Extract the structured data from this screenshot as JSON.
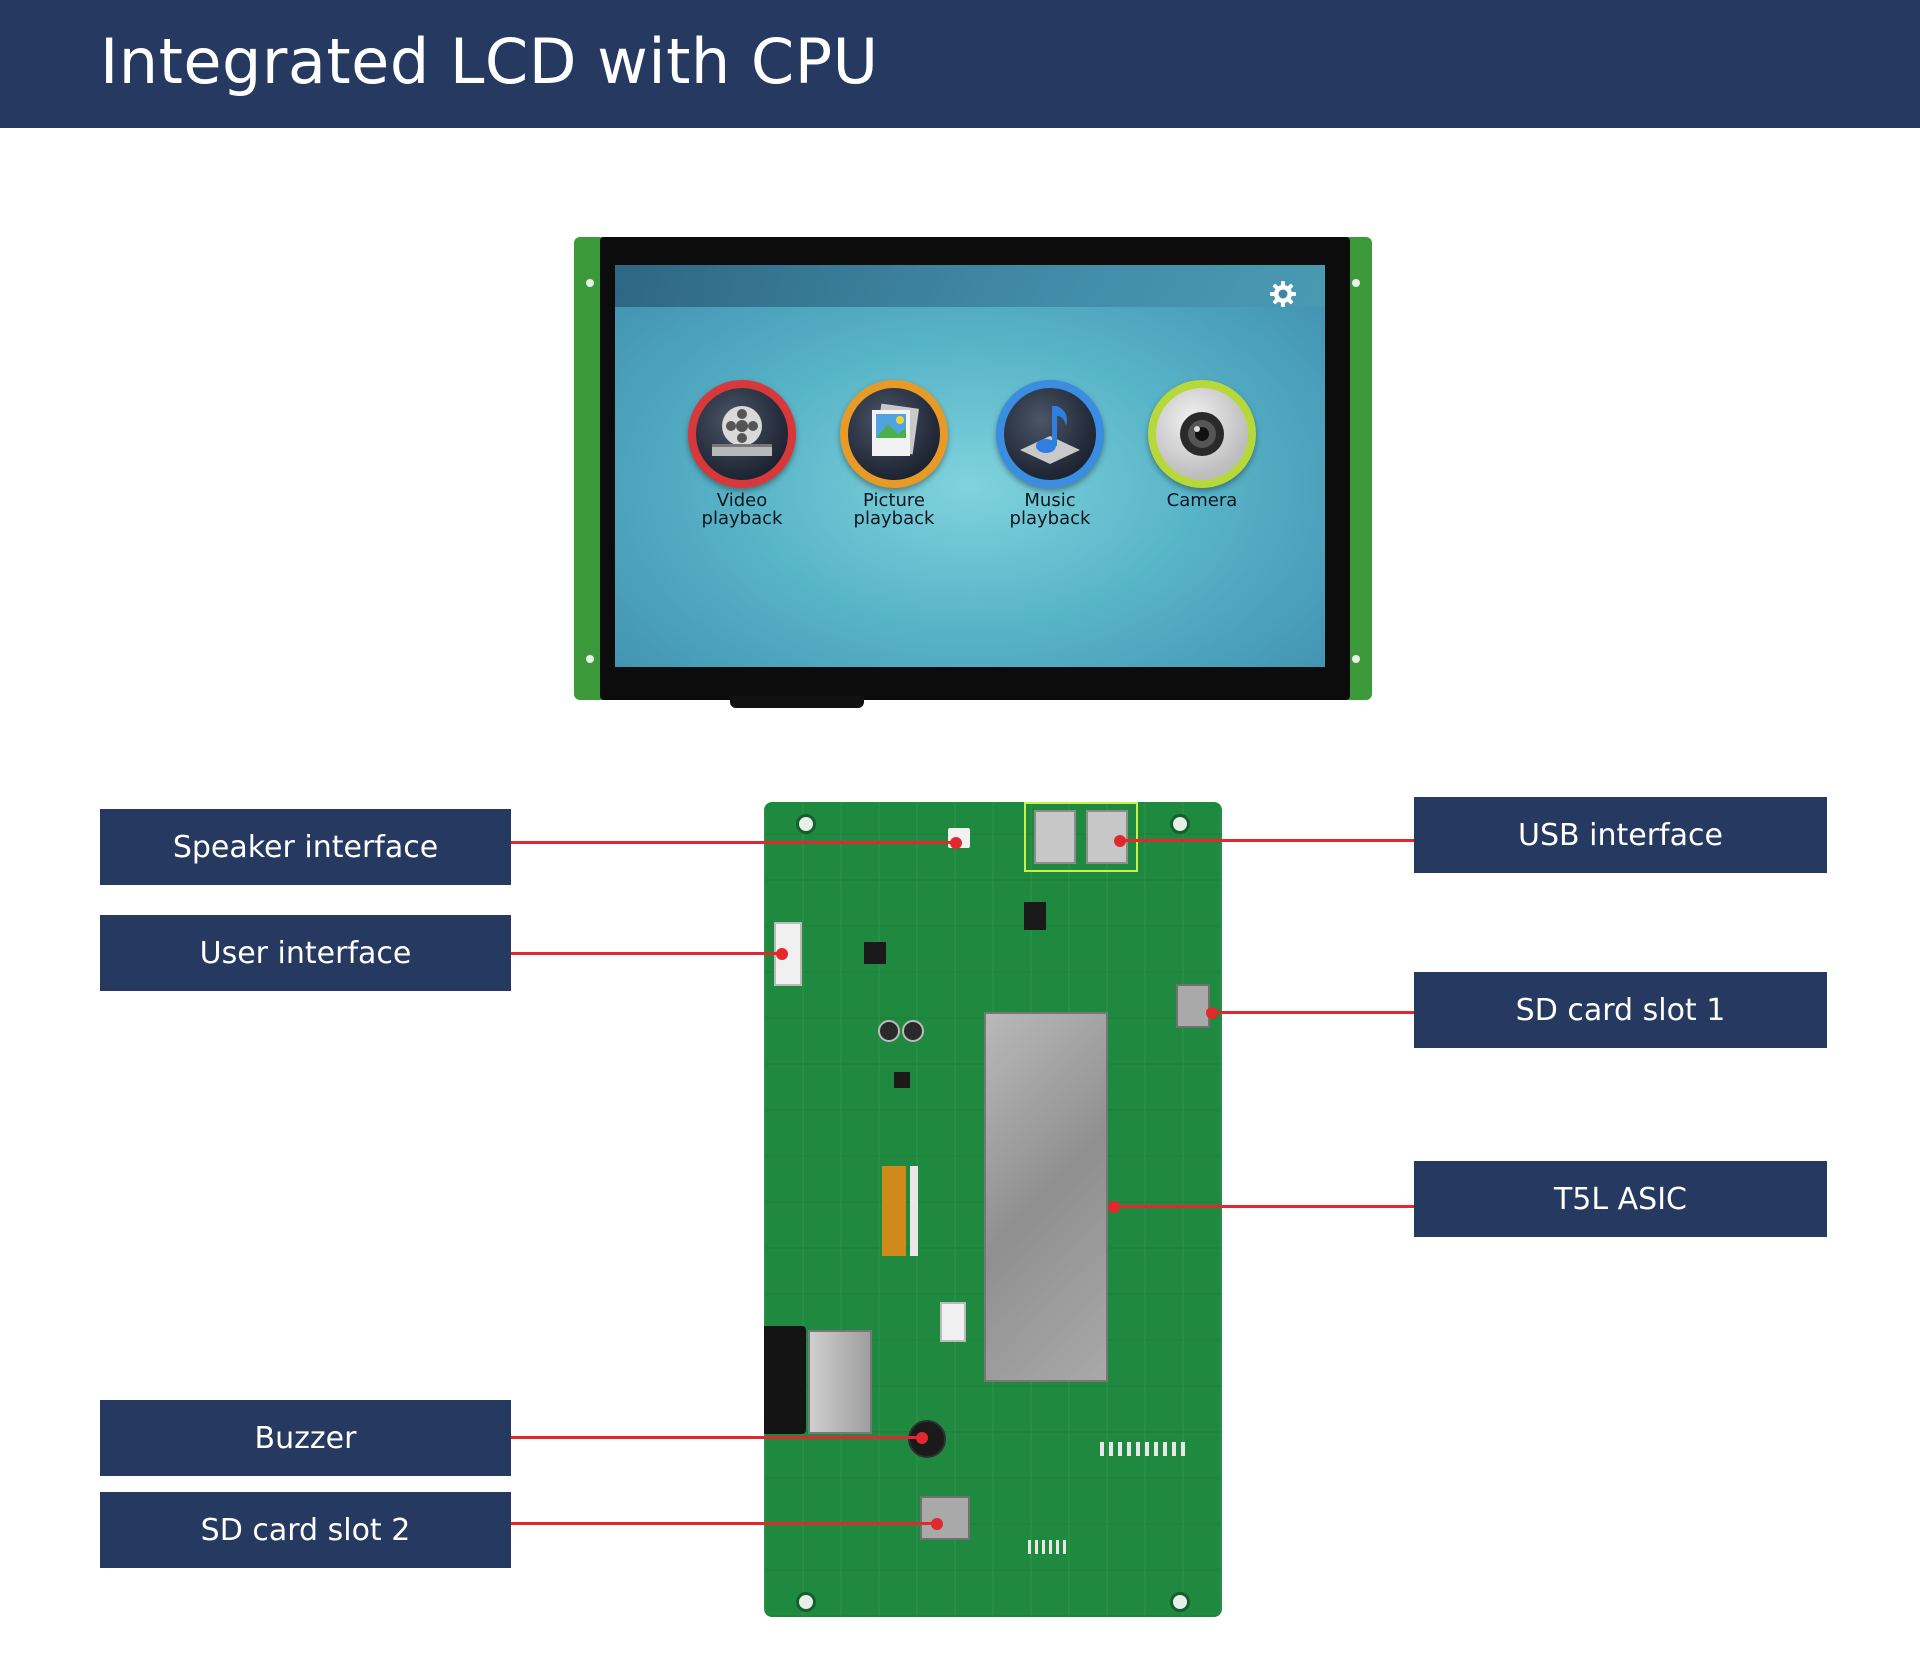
{
  "header": {
    "title": "Integrated LCD with CPU"
  },
  "screen": {
    "apps": [
      {
        "label": "Video\nplayback",
        "icon": "film-reel-icon",
        "ring_color": "#d8383a"
      },
      {
        "label": "Picture\nplayback",
        "icon": "picture-icon",
        "ring_color": "#e89a27"
      },
      {
        "label": "Music\nplayback",
        "icon": "music-note-icon",
        "ring_color": "#3a8de0"
      },
      {
        "label": "Camera",
        "icon": "camera-lens-icon",
        "ring_color": "#b7d83a"
      }
    ],
    "settings_icon": "gear-icon"
  },
  "callouts": {
    "speaker_interface": "Speaker interface",
    "user_interface": "User interface",
    "buzzer": "Buzzer",
    "sd_card_slot_2": "SD card slot 2",
    "usb_interface": "USB interface",
    "sd_card_slot_1": "SD card slot 1",
    "t5l_asic": "T5L ASIC"
  },
  "colors": {
    "header_bg": "#263960",
    "label_bg": "#263960",
    "leader_line": "#e0282e",
    "pcb_green": "#1f8a3f",
    "usb_highlight": "#c8f04a"
  }
}
